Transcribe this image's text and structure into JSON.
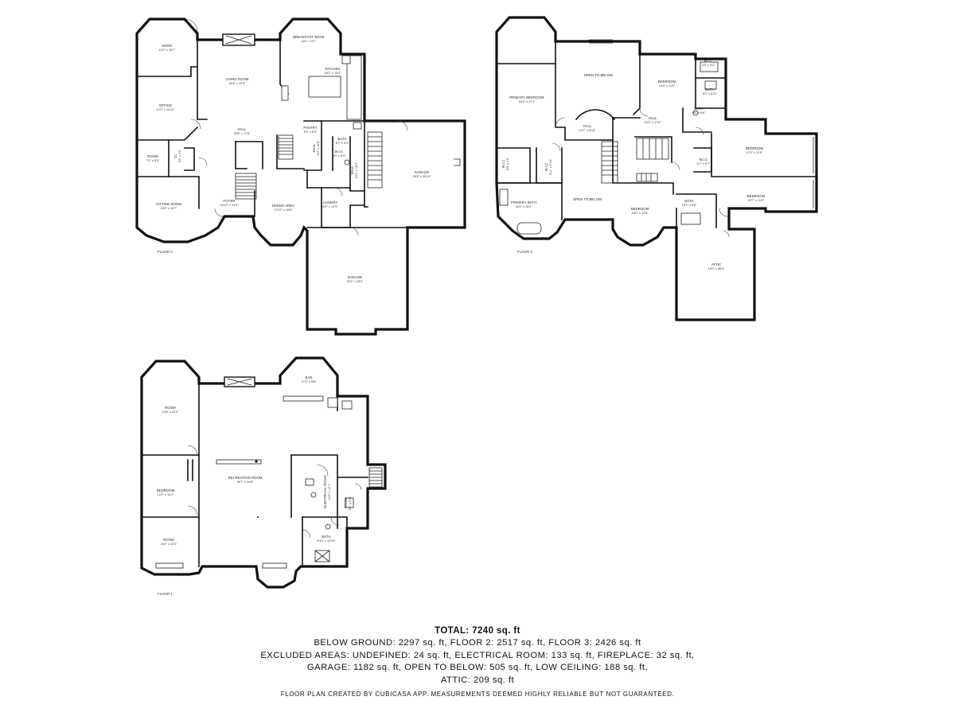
{
  "floor2": {
    "label": "FLOOR 2",
    "rooms": {
      "nook": {
        "name": "NOOK",
        "dim": "10'1\" x 10'7\""
      },
      "breakfast_nook": {
        "name": "BREAKFAST NOOK",
        "dim": "15'1\" x 9'1\""
      },
      "kitchen": {
        "name": "KITCHEN",
        "dim": "25'2\" x 15'2\""
      },
      "living_room": {
        "name": "LIVING ROOM",
        "dim": "21'8\" x 19'3\""
      },
      "office": {
        "name": "OFFICE",
        "dim": "12'2\" x 14'11\""
      },
      "hall": {
        "name": "HALL",
        "dim": "26'8\" x 17'8\""
      },
      "pantry": {
        "name": "PANTRY",
        "dim": "5'0\" x 5'3\""
      },
      "bath": {
        "name": "BATH",
        "dim": "5'7\" x 5'3\""
      },
      "wic": {
        "name": "W.I.C",
        "dim": "3'0\" x 5'0\""
      },
      "hall_small": {
        "name": "HALL",
        "dim": "3'0\" x 13'6\""
      },
      "hall_side": {
        "name": "HALL",
        "dim": "3'11\" x 16'0\""
      },
      "room": {
        "name": "ROOM",
        "dim": "7'1\" x 8'0\""
      },
      "closet": {
        "name": "CL",
        "dim": "3'2\" x 4'2\""
      },
      "garage": {
        "name": "GARAGE",
        "dim": "28'8\" x 25'10\""
      },
      "garage2": {
        "name": "GARAGE",
        "dim": "30'2\" x 20'0\""
      },
      "sitting_room": {
        "name": "SITTING ROOM",
        "dim": "15'2\" x 13'7\""
      },
      "foyer": {
        "name": "FOYER",
        "dim": "16'10\" x 13'9\""
      },
      "dining_area": {
        "name": "DINING AREA",
        "dim": "13'10\" x 16'5\""
      },
      "laundry": {
        "name": "LAUNDRY",
        "dim": "10'0\" x 12'3\""
      }
    }
  },
  "floor3": {
    "label": "FLOOR 3",
    "rooms": {
      "open_below": {
        "name": "OPEN TO BELOW"
      },
      "primary_bedroom": {
        "name": "PRIMARY BEDROOM",
        "dim": "16'2\" x 17'1\""
      },
      "bedroom1": {
        "name": "BEDROOM",
        "dim": "14'4\" x 11'6\""
      },
      "wic1": {
        "name": "W.I.C",
        "dim": "3'3\" x 3'2\""
      },
      "bath1": {
        "name": "BATH",
        "dim": "6'0\" x 5'11\""
      },
      "bath2": {
        "name": "BATH",
        "dim": "5'6\" x 8'6\""
      },
      "hall1": {
        "name": "HALL",
        "dim": "10'7\" x 8'10\""
      },
      "hall2": {
        "name": "HALL",
        "dim": "10'2\" x 17'8\""
      },
      "bedroom2": {
        "name": "BEDROOM",
        "dim": "17'0\" x 11'6\""
      },
      "wic2": {
        "name": "W.I.C",
        "dim": "3'8\" x 4'0\""
      },
      "wic3": {
        "name": "W.I.C",
        "dim": "3'7\" x 6'7\""
      },
      "wic4": {
        "name": "W.I.C",
        "dim": "5'11\" x 9'10\""
      },
      "primary_bath": {
        "name": "PRIMARY BATH",
        "dim": "16'2\" x 15'2\""
      },
      "open_below2": {
        "name": "OPEN TO BELOW"
      },
      "bedroom3": {
        "name": "BEDROOM",
        "dim": "14'0\" x 14'8\""
      },
      "bedroom4": {
        "name": "BEDROOM",
        "dim": "29'7\" x 11'8\""
      },
      "bath3": {
        "name": "BATH",
        "dim": "10'1\" x 8'8\""
      },
      "attic": {
        "name": "ATTIC",
        "dim": "18'0\" x 35'5\""
      }
    }
  },
  "floor1": {
    "label": "FLOOR 1",
    "rooms": {
      "room1": {
        "name": "ROOM",
        "dim": "13'6\" x 22'9\""
      },
      "bar": {
        "name": "BAR",
        "dim": "17'0\" x 8'6\""
      },
      "bedroom": {
        "name": "BEDROOM",
        "dim": "12'4\" x 16'1\""
      },
      "recreation": {
        "name": "RECREATION ROOM",
        "dim": "39'7\" x 44'8\""
      },
      "electrical": {
        "name": "ELECTRICAL ROOM",
        "dim": "10'2\" x 12'7\""
      },
      "room2": {
        "name": "ROOM",
        "dim": "5'0\" x 5'11\""
      },
      "room3": {
        "name": "ROOM",
        "dim": "15'4\" x 13'2\""
      },
      "bath": {
        "name": "BATH",
        "dim": "8'10\" x 10'10\""
      }
    }
  },
  "summary": {
    "total": "TOTAL: 7240 sq. ft",
    "line1": "BELOW GROUND: 2297 sq. ft, FLOOR 2: 2517 sq. ft, FLOOR 3: 2426 sq. ft",
    "line2": "EXCLUDED AREAS: UNDEFINED: 24 sq. ft, ELECTRICAL ROOM: 133 sq. ft, FIREPLACE: 32 sq. ft,",
    "line3": "GARAGE: 1182 sq. ft, OPEN TO BELOW: 505 sq. ft, LOW CEILING: 188 sq. ft,",
    "line4": "ATTIC: 209 sq. ft"
  },
  "disclaimer": "FLOOR PLAN CREATED BY CUBICASA APP. MEASUREMENTS DEEMED HIGHLY RELIABLE BUT NOT GUARANTEED."
}
